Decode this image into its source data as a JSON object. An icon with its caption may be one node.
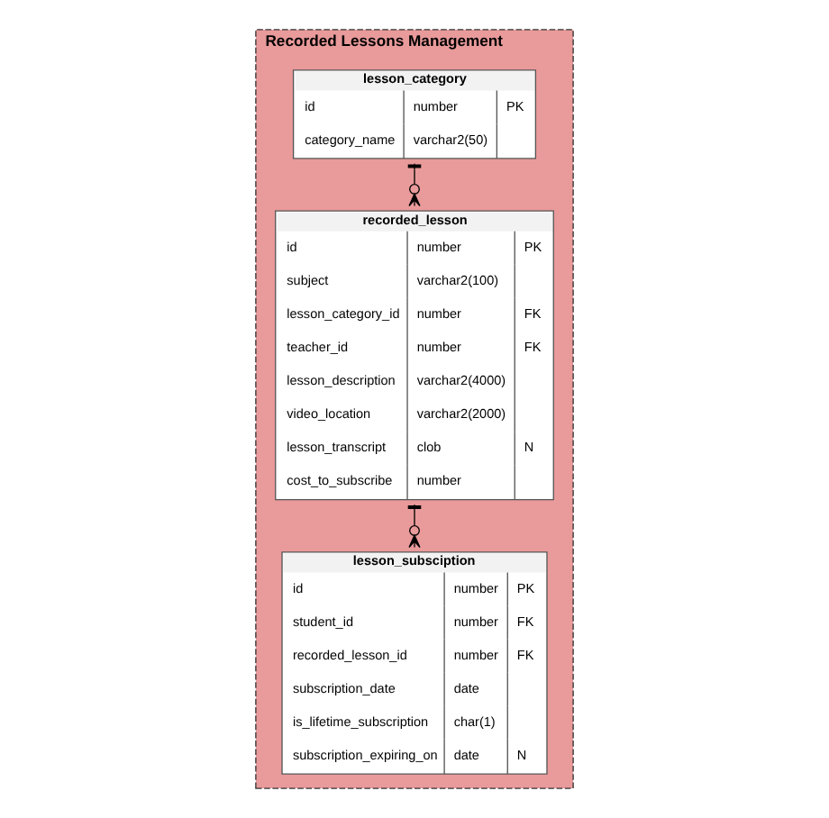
{
  "diagram": {
    "nodes": [
      {
        "text": [
          "Recorded Lessons Management"
        ]
      },
      {
        "text": [
          "recorded_lesson",
          "id number PK",
          "subject varchar2(100)",
          "lesson_category_id number FK",
          "teacher_id number FK",
          "lesson_description varchar2(4000)",
          "video_location varchar2(2000)",
          "lesson_transcript clob N",
          "cost_to_subscribe number"
        ],
        "in": 0
      },
      {
        "text": [
          "lesson_category",
          "id number PK",
          "category_name varchar2(50)"
        ],
        "in": 0
      },
      {
        "text": [
          "lesson_subsciption",
          "id number PK",
          "student_id number FK",
          "recorded_lesson_id number FK",
          "subscription_date date",
          "is_lifetime_subscription char(1)",
          "subscription_expiring_on date N"
        ],
        "in": 0
      }
    ],
    "edges": [
      {
        "from": 2,
        "to": 1,
        "arrow": "other"
      },
      {
        "from": 1,
        "to": 3,
        "arrow": "other"
      }
    ]
  }
}
